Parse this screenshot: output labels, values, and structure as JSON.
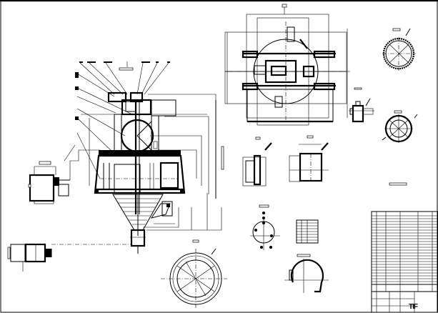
{
  "drawing": {
    "type": "mechanical assembly drawing",
    "background": "#ffffff",
    "line_color": "#000000",
    "views": [
      {
        "id": "main-elevation",
        "description": "Main vertical sectional view with cone hopper"
      },
      {
        "id": "plan-view",
        "description": "Top plan of circular vessel with radial nozzles"
      },
      {
        "id": "ring-detail-top",
        "description": "Slotted ring detail"
      },
      {
        "id": "ring-detail-small",
        "description": "Small ring with radial members"
      },
      {
        "id": "nozzle-detail",
        "description": "Small nozzle detail"
      },
      {
        "id": "section-a",
        "description": "Narrow rectangular section"
      },
      {
        "id": "section-b",
        "description": "Wide rectangular section"
      },
      {
        "id": "flange-detail",
        "description": "Flange plate with bolt holes"
      },
      {
        "id": "hub-detail",
        "description": "Hub with bolt points"
      },
      {
        "id": "volute-detail",
        "description": "Volute casing detail"
      },
      {
        "id": "motor-left-upper",
        "description": "Upper motor/gearbox"
      },
      {
        "id": "motor-left-lower",
        "description": "Lower motor"
      }
    ],
    "title_block": {
      "mark": "TIF",
      "parts_list_rows": 24
    }
  }
}
